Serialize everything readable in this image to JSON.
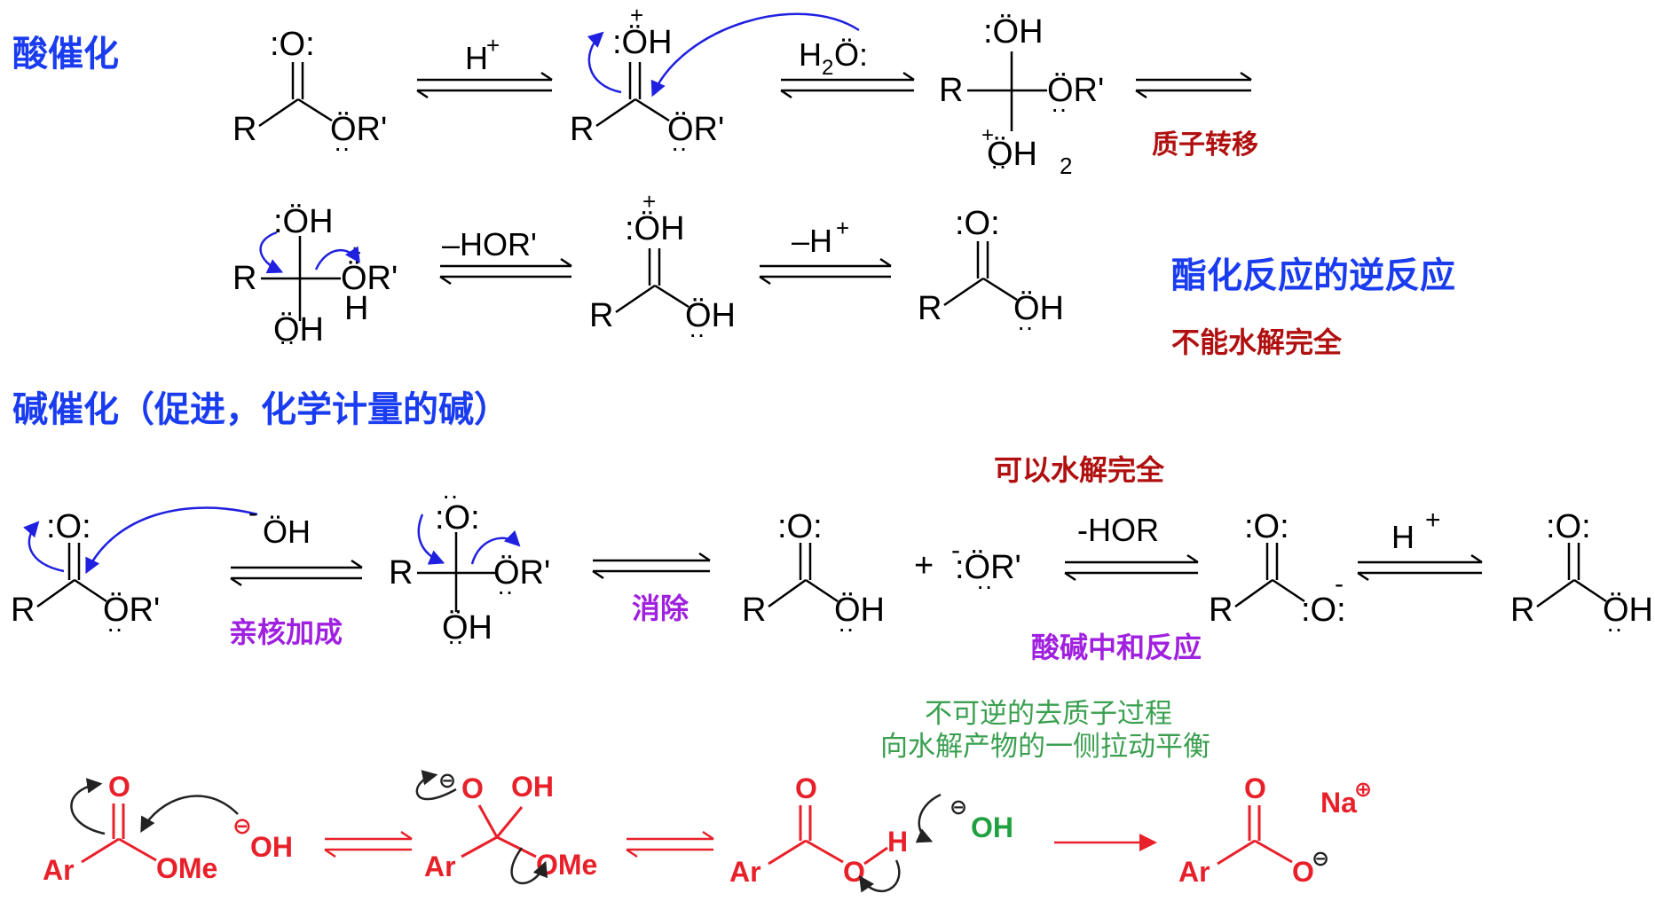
{
  "headings": {
    "acid": "酸催化",
    "base": "碱催化（促进，化学计量的碱）"
  },
  "notes": {
    "proton_transfer": "质子转移",
    "reverse_esterification": "酯化反应的逆反应",
    "incomplete_hydrolysis": "不能水解完全",
    "complete_hydrolysis": "可以水解完全",
    "nucleophilic_addition": "亲核加成",
    "elimination": "消除",
    "acid_base_neutralization": "酸碱中和反应",
    "irreversible_line1": "不可逆的去质子过程",
    "irreversible_line2": "向水解产物的一侧拉动平衡"
  },
  "reagents": {
    "h_plus": "H",
    "plus_sup": "+",
    "water_h": "H",
    "water_2": "2",
    "water_o": "Ö:",
    "minus_hor_prime": "–HOR'",
    "minus_h": "–H",
    "hydroxide": "ÖH",
    "minus_hor": "-HOR",
    "plus_sign": "+",
    "alkoxide": ":ÖR'"
  },
  "atoms": {
    "R": "R",
    "carbonyl_o": ":O:",
    "carbonyl_o_plus": ":ÖH",
    "ester_o": "ÖR'",
    "hydroxyl": "ÖH",
    "oh2": "ÖH",
    "sub2": "2",
    "H": "H",
    "Ar": "Ar",
    "O": "O",
    "OH": "OH",
    "OMe": "OMe",
    "Na": "Na",
    "minus_circle": "⊖",
    "plus_circle": "⊕"
  },
  "colors": {
    "heading_blue": "#1a3cf0",
    "note_red": "#b01010",
    "note_purple": "#a020e0",
    "note_green": "#3aa050",
    "arrow_blue": "#2020e0",
    "scheme_red": "#e8202a",
    "scheme_green": "#20a040",
    "black": "#000000"
  }
}
